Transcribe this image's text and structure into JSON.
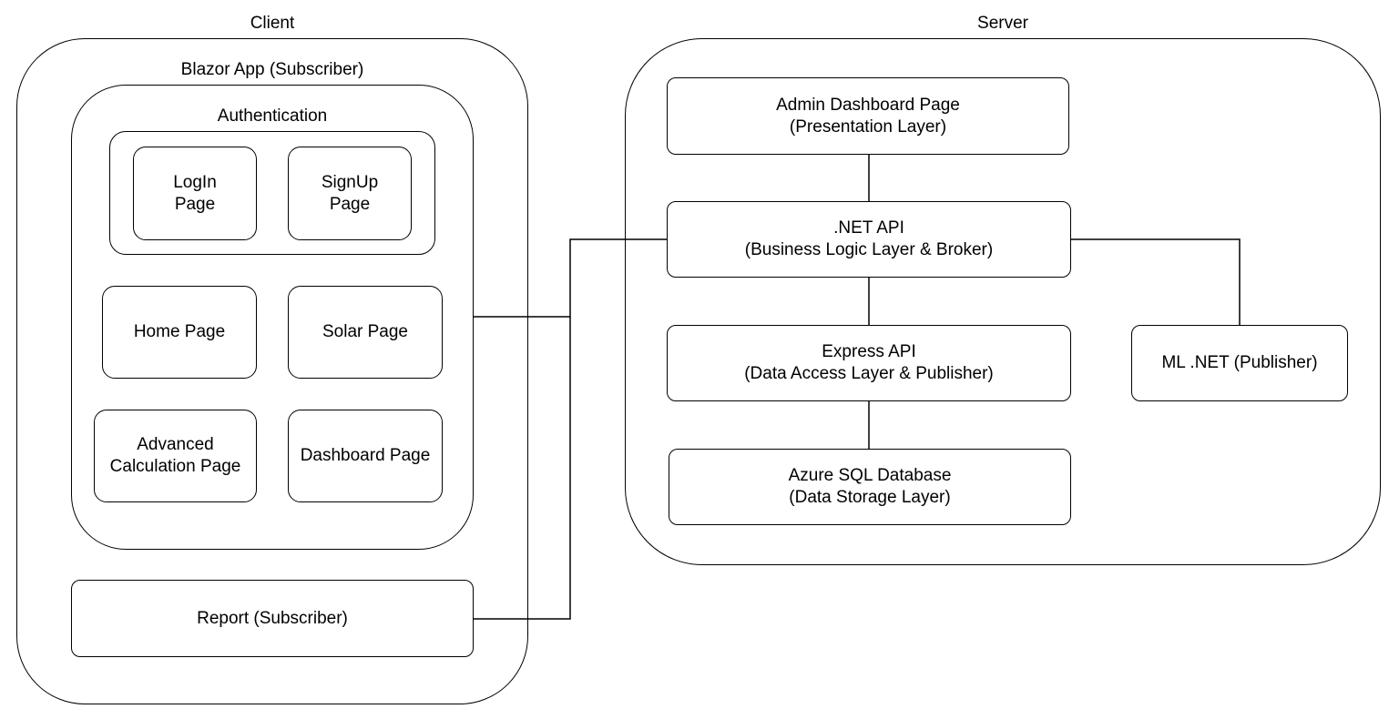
{
  "client": {
    "title": "Client",
    "blazor_app": {
      "title": "Blazor App (Subscriber)",
      "authentication": {
        "title": "Authentication",
        "login": [
          "LogIn",
          "Page"
        ],
        "signup": [
          "SignUp",
          "Page"
        ]
      },
      "home": "Home Page",
      "solar": "Solar Page",
      "advanced": [
        "Advanced",
        "Calculation Page"
      ],
      "dashboard": "Dashboard Page"
    },
    "report": "Report (Subscriber)"
  },
  "server": {
    "title": "Server",
    "admin": [
      "Admin Dashboard Page",
      "(Presentation Layer)"
    ],
    "net_api": [
      ".NET API",
      "(Business Logic Layer & Broker)"
    ],
    "express": [
      "Express API",
      "(Data Access Layer & Publisher)"
    ],
    "azure": [
      "Azure SQL Database",
      "(Data Storage Layer)"
    ],
    "ml": "ML .NET (Publisher)"
  }
}
